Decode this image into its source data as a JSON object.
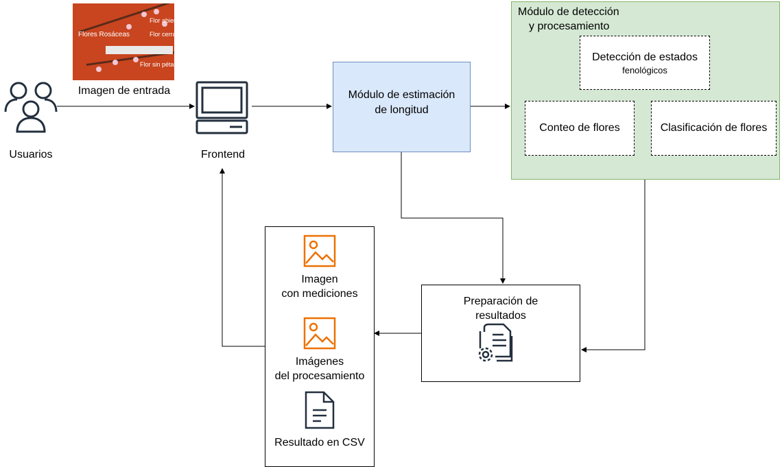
{
  "input_image": {
    "caption": "Imagen de entrada",
    "title": "Flores Rosáceas",
    "labels": [
      "Flor abierta \"F\"",
      "Flor cerrada \"E\"",
      "Flor sin pétalos \"G\""
    ]
  },
  "users": {
    "label": "Usuarios",
    "icon": "users-icon"
  },
  "frontend": {
    "label": "Frontend",
    "icon": "computer-icon"
  },
  "length_module": {
    "label": "Módulo de estimación de longitud",
    "fill": "#dae8fc",
    "stroke": "#6c8ebf"
  },
  "detection_module": {
    "title_line1": "Módulo de detección",
    "title_line2": "y procesamiento",
    "fill": "#d5e8d4",
    "stroke": "#82b366",
    "phenology_line1": "Detección de estados",
    "phenology_line2": "fenológicos",
    "counting": "Conteo de flores",
    "classification": "Clasificación de flores"
  },
  "results_prep": {
    "line1": "Preparación de",
    "line2": "resultados",
    "icon": "document-gear-icon"
  },
  "outputs": {
    "measured_line1": "Imagen",
    "measured_line2": "con mediciones",
    "processing_line1": "Imágenes",
    "processing_line2": "del procesamiento",
    "csv": "Resultado en CSV",
    "image_icon_color": "#ed7100"
  }
}
